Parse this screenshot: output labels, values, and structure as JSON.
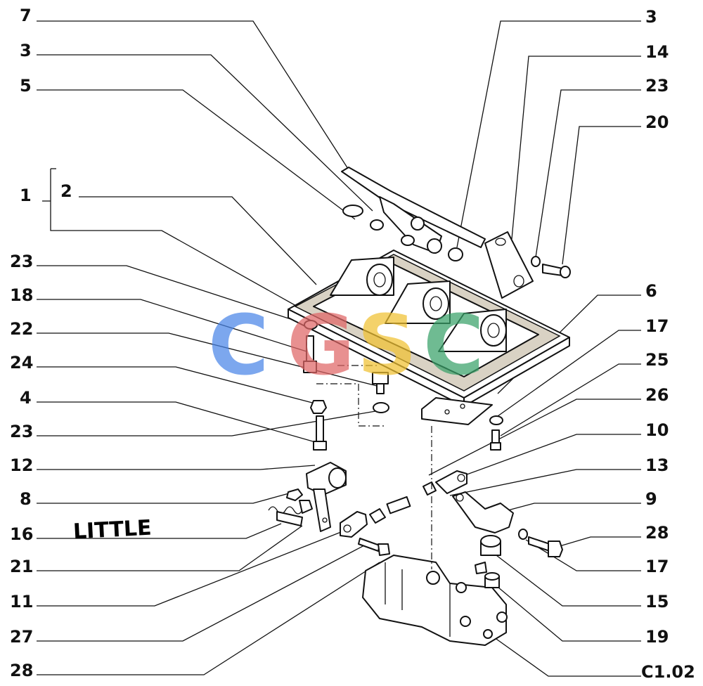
{
  "diagram": {
    "left_labels": [
      "7",
      "3",
      "5",
      "1",
      "2",
      "23",
      "18",
      "22",
      "24",
      "4",
      "23",
      "12",
      "8",
      "16",
      "21",
      "11",
      "27",
      "28"
    ],
    "right_labels": [
      "3",
      "14",
      "23",
      "20",
      "6",
      "17",
      "25",
      "26",
      "10",
      "13",
      "9",
      "28",
      "17",
      "15",
      "19",
      "C1.02"
    ],
    "handwritten_note": "LITTLE",
    "watermark": {
      "letters": [
        "C",
        "G",
        "S",
        "C"
      ],
      "colors": [
        "#4a86e8",
        "#e06666",
        "#f1c232",
        "#38a169"
      ]
    }
  }
}
